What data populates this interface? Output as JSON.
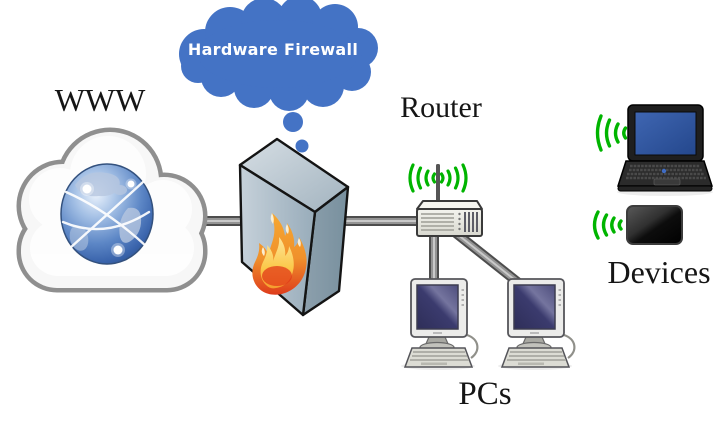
{
  "diagram": {
    "type": "network-topology",
    "background_color": "#ffffff",
    "labels": {
      "thought_bubble": "Hardware Firewall",
      "internet": "WWW",
      "router": "Router",
      "pcs": "PCs",
      "devices": "Devices"
    },
    "colors": {
      "thought_cloud_blue": "#4473C5",
      "wifi_signal_green": "#00B400",
      "flame_outer_orange": "#F0912C",
      "flame_core_yellow": "#FBC94A",
      "flame_base_red": "#E2431F",
      "cloud_outline_gray": "#8F8F8F",
      "cable_gray": "#949494",
      "globe_ocean_blue": "#3A64AC",
      "pc_screen_navy": "#3B3B6D",
      "laptop_screen_blue": "#2F55A4",
      "label_text": "#151515",
      "bubble_text": "#FFFFFF"
    },
    "nodes": [
      {
        "id": "www-cloud",
        "label": "WWW",
        "icon": "cloud-globe-icon"
      },
      {
        "id": "firewall",
        "label": "Hardware Firewall",
        "icon": "firewall-flame-box-icon"
      },
      {
        "id": "router",
        "label": "Router",
        "icon": "wireless-router-icon"
      },
      {
        "id": "pc-1",
        "label": "PCs",
        "icon": "desktop-pc-icon"
      },
      {
        "id": "pc-2",
        "label": "PCs",
        "icon": "desktop-pc-icon"
      },
      {
        "id": "laptop",
        "label": "Devices",
        "icon": "laptop-icon"
      },
      {
        "id": "tablet",
        "label": "Devices",
        "icon": "tablet-icon"
      }
    ],
    "connections": [
      {
        "from": "www-cloud",
        "to": "firewall",
        "type": "wired"
      },
      {
        "from": "firewall",
        "to": "router",
        "type": "wired"
      },
      {
        "from": "router",
        "to": "pc-1",
        "type": "wired"
      },
      {
        "from": "router",
        "to": "pc-2",
        "type": "wired"
      },
      {
        "from": "router",
        "to": "laptop",
        "type": "wireless"
      },
      {
        "from": "router",
        "to": "tablet",
        "type": "wireless"
      }
    ]
  }
}
